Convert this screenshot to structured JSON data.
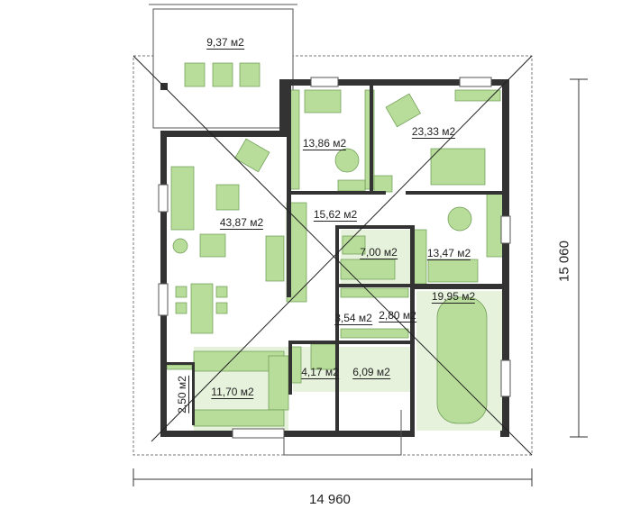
{
  "plan": {
    "rooms": [
      {
        "id": "terrace",
        "area": "9,37 м2"
      },
      {
        "id": "bedroom-1",
        "area": "13,86 м2"
      },
      {
        "id": "bedroom-master",
        "area": "23,33 м2"
      },
      {
        "id": "living",
        "area": "43,87 м2"
      },
      {
        "id": "hall",
        "area": "15,62 м2"
      },
      {
        "id": "bathroom",
        "area": "7,00 м2"
      },
      {
        "id": "bedroom-2",
        "area": "13,47 м2"
      },
      {
        "id": "garage",
        "area": "19,95 м2"
      },
      {
        "id": "wardrobe",
        "area": "3,54 м2"
      },
      {
        "id": "wc",
        "area": "2,80 м2"
      },
      {
        "id": "entrance",
        "area": "4,17 м2"
      },
      {
        "id": "boiler",
        "area": "6,09 м2"
      },
      {
        "id": "kitchen",
        "area": "11,70 м2"
      },
      {
        "id": "pantry",
        "area": "2,50 м2"
      }
    ],
    "dimensions": {
      "width": "14 960",
      "depth": "15 060"
    },
    "colors": {
      "wall": "#333333",
      "furniture": "#b8dc9a",
      "floor": "#e6f2dc"
    }
  }
}
